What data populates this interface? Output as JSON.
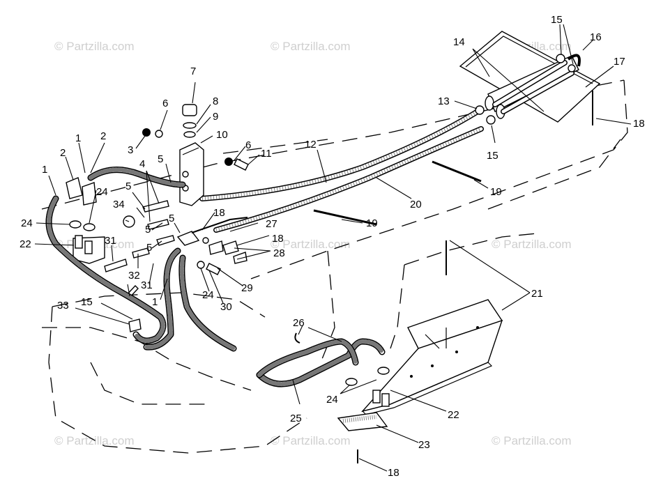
{
  "watermark": "© Partzilla.com",
  "callouts": {
    "c1a": "1",
    "c1b": "1",
    "c1c": "1",
    "c2a": "2",
    "c2b": "2",
    "c3": "3",
    "c4": "4",
    "c5a": "5",
    "c5b": "5",
    "c5c": "5",
    "c5d": "5",
    "c5e": "5",
    "c6a": "6",
    "c6b": "6",
    "c7": "7",
    "c8": "8",
    "c9": "9",
    "c10": "10",
    "c11": "11",
    "c12": "12",
    "c13": "13",
    "c14": "14",
    "c15a": "15",
    "c15b": "15",
    "c15c": "15",
    "c16": "16",
    "c17": "17",
    "c18a": "18",
    "c18b": "18",
    "c18c": "18",
    "c18d": "18",
    "c19a": "19",
    "c19b": "19",
    "c20": "20",
    "c21": "21",
    "c22a": "22",
    "c22b": "22",
    "c23": "23",
    "c24a": "24",
    "c24b": "24",
    "c24c": "24",
    "c24d": "24",
    "c25": "25",
    "c26": "26",
    "c27": "27",
    "c28": "28",
    "c29": "29",
    "c30": "30",
    "c31a": "31",
    "c31b": "31",
    "c32": "32",
    "c33": "33",
    "c34": "34"
  }
}
